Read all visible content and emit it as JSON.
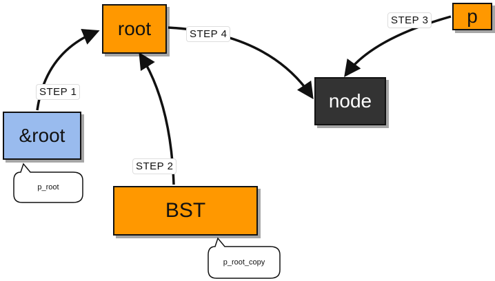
{
  "nodes": {
    "root": "root",
    "node": "node",
    "p": "p",
    "amp_root": "&root",
    "bst": "BST"
  },
  "steps": {
    "step1": "STEP 1",
    "step2": "STEP 2",
    "step3": "STEP 3",
    "step4": "STEP 4"
  },
  "bubbles": {
    "p_root": "p_root",
    "p_root_copy": "p_root_copy"
  },
  "colors": {
    "orange": "#ff9800",
    "dark": "#333333",
    "blue": "#99bbee"
  }
}
